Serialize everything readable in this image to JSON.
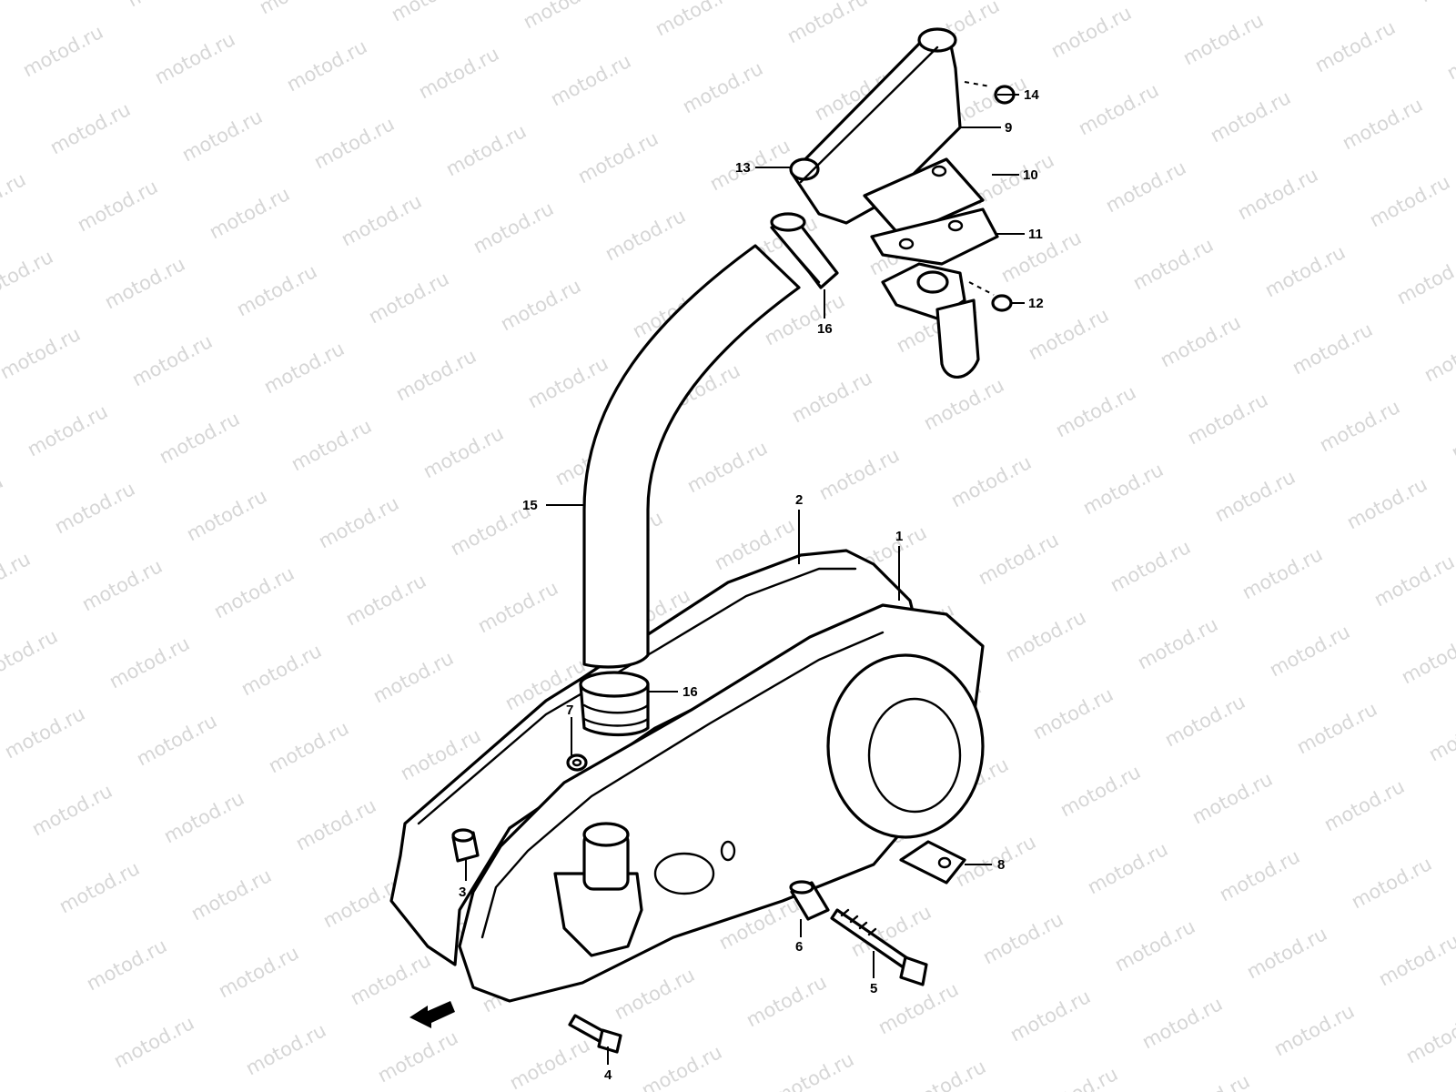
{
  "watermark": "motod.ru",
  "callouts": {
    "c1": "1",
    "c2": "2",
    "c3": "3",
    "c4": "4",
    "c5": "5",
    "c6": "6",
    "c7": "7",
    "c8": "8",
    "c9": "9",
    "c10": "10",
    "c11": "11",
    "c12": "12",
    "c13": "13",
    "c14": "14",
    "c15": "15",
    "c16a": "16",
    "c16b": "16"
  }
}
